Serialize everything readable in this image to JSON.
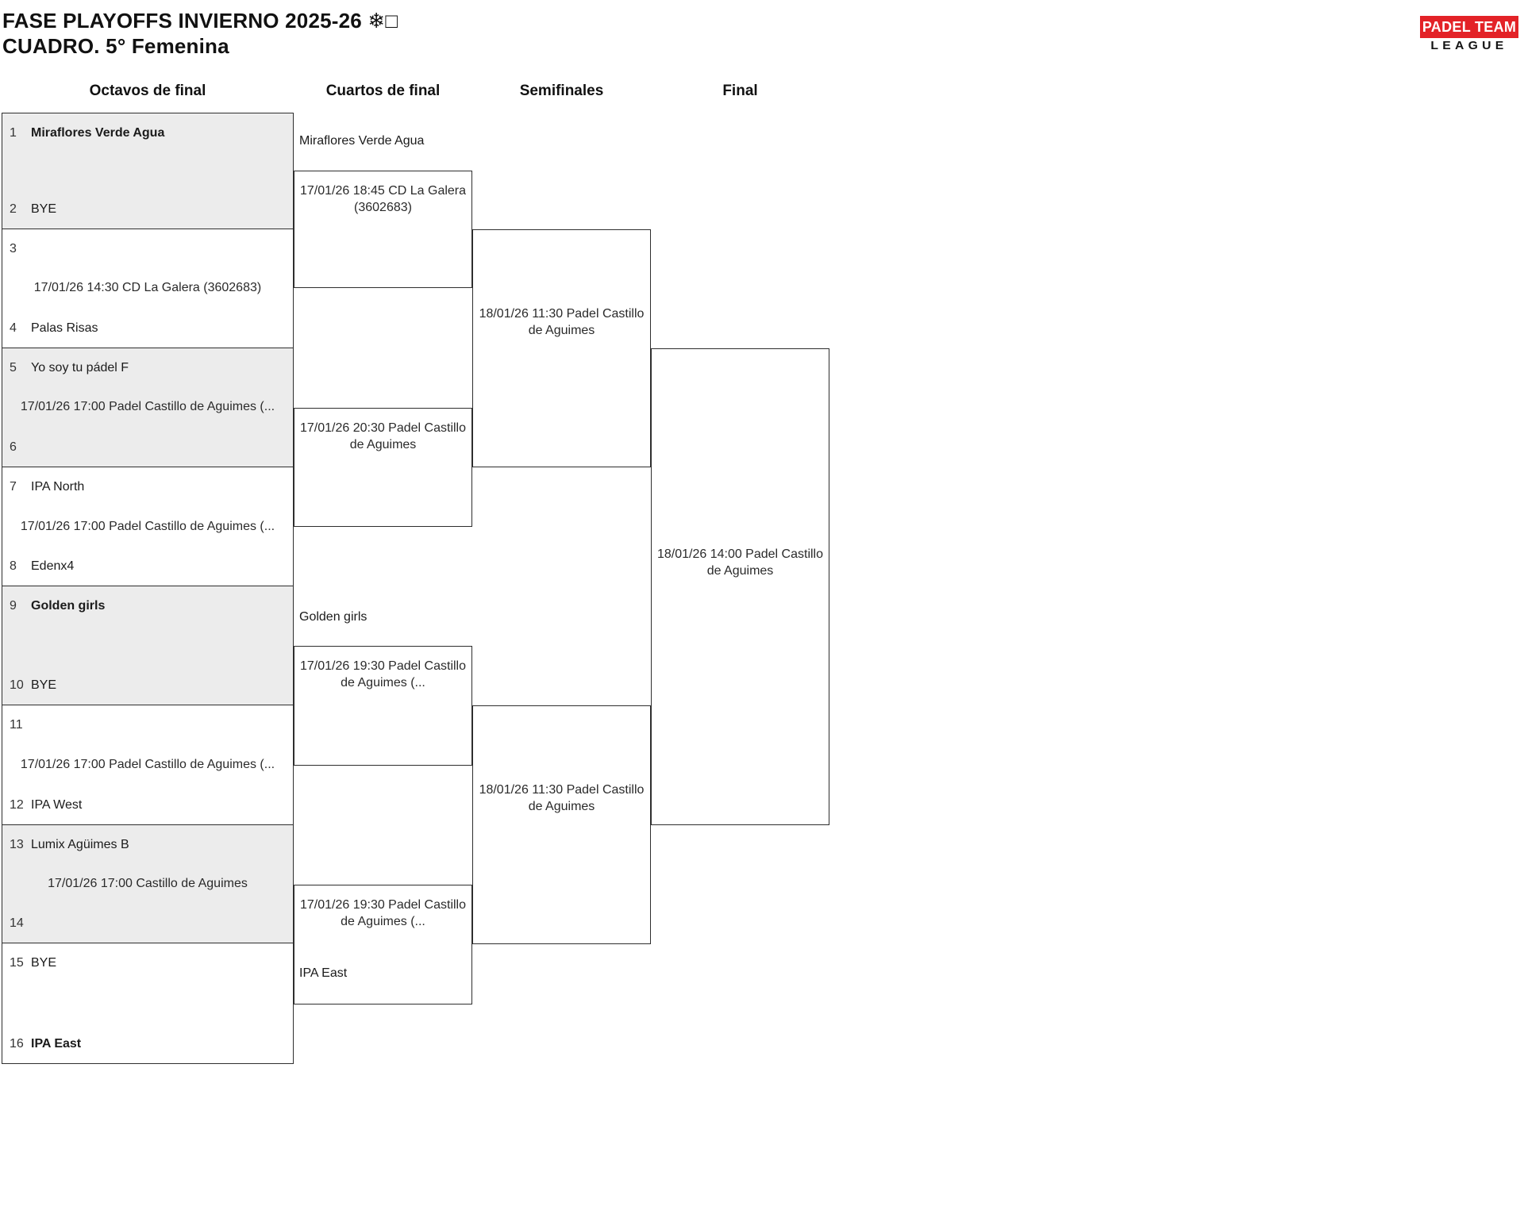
{
  "header": {
    "title_line1": "FASE PLAYOFFS INVIERNO 2025-26 ❄□",
    "title_line2": "CUADRO. 5° Femenina"
  },
  "logo": {
    "line1": "PADEL TEAM",
    "line2": "LEAGUE",
    "accent_color": "#e32227"
  },
  "rounds": [
    {
      "label": "Octavos de final"
    },
    {
      "label": "Cuartos de final"
    },
    {
      "label": "Semifinales"
    },
    {
      "label": "Final"
    }
  ],
  "bracket": {
    "round16_pairs": [
      {
        "top_seed": "1",
        "top_name": "Miraflores Verde Agua",
        "top_advanced": true,
        "bottom_seed": "2",
        "bottom_name": "BYE",
        "bottom_advanced": false,
        "match_info": ""
      },
      {
        "top_seed": "3",
        "top_name": "",
        "top_advanced": false,
        "bottom_seed": "4",
        "bottom_name": "Palas Risas",
        "bottom_advanced": false,
        "match_info": "17/01/26 14:30 CD La Galera (3602683)"
      },
      {
        "top_seed": "5",
        "top_name": "Yo soy tu pádel F",
        "top_advanced": false,
        "bottom_seed": "6",
        "bottom_name": "",
        "bottom_advanced": false,
        "match_info": "17/01/26 17:00 Padel Castillo de Aguimes (..."
      },
      {
        "top_seed": "7",
        "top_name": "IPA North",
        "top_advanced": false,
        "bottom_seed": "8",
        "bottom_name": "Edenx4",
        "bottom_advanced": false,
        "match_info": "17/01/26 17:00 Padel Castillo de Aguimes (..."
      },
      {
        "top_seed": "9",
        "top_name": "Golden girls",
        "top_advanced": true,
        "bottom_seed": "10",
        "bottom_name": "BYE",
        "bottom_advanced": false,
        "match_info": ""
      },
      {
        "top_seed": "11",
        "top_name": "",
        "top_advanced": false,
        "bottom_seed": "12",
        "bottom_name": "IPA West",
        "bottom_advanced": false,
        "match_info": "17/01/26 17:00 Padel Castillo de Aguimes (..."
      },
      {
        "top_seed": "13",
        "top_name": "Lumix Agüimes B",
        "top_advanced": false,
        "bottom_seed": "14",
        "bottom_name": "",
        "bottom_advanced": false,
        "match_info": "17/01/26 17:00 Castillo de Aguimes"
      },
      {
        "top_seed": "15",
        "top_name": "BYE",
        "top_advanced": false,
        "bottom_seed": "16",
        "bottom_name": "IPA East",
        "bottom_advanced": true,
        "match_info": ""
      }
    ],
    "quarterfinals": [
      {
        "winner_label": "Miraflores Verde Agua",
        "winner_position": "top",
        "match_info": "17/01/26 18:45 CD La Galera (3602683)"
      },
      {
        "winner_label": "",
        "winner_position": "",
        "match_info": "17/01/26 20:30 Padel Castillo de Aguimes"
      },
      {
        "winner_label": "Golden girls",
        "winner_position": "top",
        "match_info": "17/01/26 19:30 Padel Castillo de Aguimes (..."
      },
      {
        "winner_label": "IPA East",
        "winner_position": "bottom",
        "match_info": "17/01/26 19:30 Padel Castillo de Aguimes (..."
      }
    ],
    "semifinals": [
      {
        "match_info": "18/01/26 11:30 Padel Castillo de Aguimes"
      },
      {
        "match_info": "18/01/26 11:30 Padel Castillo de Aguimes"
      }
    ],
    "final": {
      "match_info": "18/01/26 14:00 Padel Castillo de Aguimes"
    }
  },
  "colors": {
    "shade_box": "#ececec",
    "border": "#2e2e2e",
    "logo_red": "#e32227",
    "background": "#ffffff"
  }
}
